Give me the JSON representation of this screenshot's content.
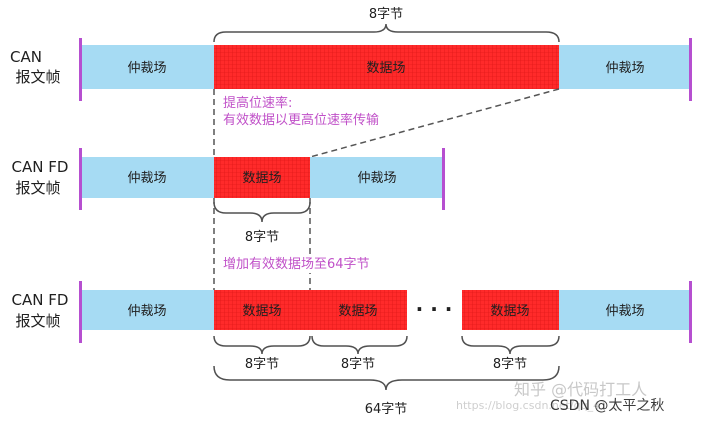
{
  "colors": {
    "arbitration": "#a6dbf3",
    "data": "#ff2a2a",
    "data_grid": "#b30000",
    "marker": "#b64fd0",
    "annotation": "#c050c8",
    "text": "#202020",
    "brace": "#505050",
    "dash": "#555555"
  },
  "rows": {
    "can": {
      "label_line1": "CAN",
      "label_line2": "报文帧",
      "seg_left": "仲裁场",
      "seg_data": "数据场",
      "seg_right": "仲裁场",
      "top_size": "8字节"
    },
    "fd1": {
      "label_line1": "CAN FD",
      "label_line2": "报文帧",
      "seg_left": "仲裁场",
      "seg_data": "数据场",
      "seg_right": "仲裁场",
      "brace_label": "8字节"
    },
    "fd2": {
      "label_line1": "CAN FD",
      "label_line2": "报文帧",
      "seg_left": "仲裁场",
      "seg_data1": "数据场",
      "seg_data2": "数据场",
      "ellipsis": "· · ·",
      "seg_data3": "数据场",
      "seg_right": "仲裁场",
      "brace1_label": "8字节",
      "brace2_label": "8字节",
      "brace3_label": "8字节",
      "total_label": "64字节"
    }
  },
  "annotations": {
    "speed_line1": "提高位速率:",
    "speed_line2": "有效数据以更高位速率传输",
    "payload": "增加有效数据场至64字节"
  },
  "watermark": {
    "line1": "知乎 @代码打工人",
    "line2": "https://blog.csdn.net/qq_41",
    "line3": "CSDN @太平之秋"
  }
}
